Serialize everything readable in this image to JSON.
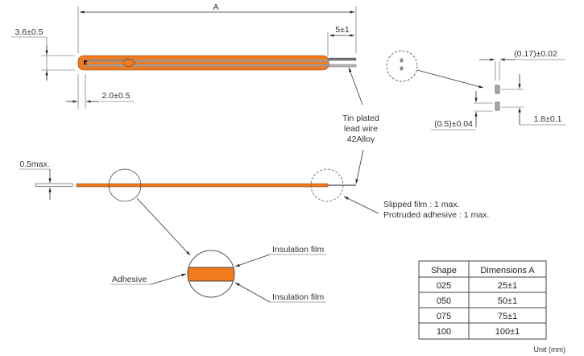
{
  "diagram": {
    "top_view": {
      "dim_overall_label": "A",
      "dim_width": "3.6±0.5",
      "dim_tip": "2.0±0.5",
      "dim_lead_exposed": "5±1"
    },
    "lead_wire_note": [
      "Tin plated",
      "lead wire",
      "42Alloy"
    ],
    "cross_section": {
      "dim_wire_width": "(0.17)±0.02",
      "dim_wire_gap": "(0.5)±0.04",
      "dim_wire_span": "1.8±0.1"
    },
    "side_view": {
      "dim_thickness": "0.5max.",
      "notes": [
        "Slipped film : 1 max.",
        "Protruded adhesive : 1 max."
      ]
    },
    "detail": {
      "label_adhesive": "Adhesive",
      "label_film_top": "Insulation film",
      "label_film_bottom": "Insulation film"
    },
    "colors": {
      "film": "#f07a1e",
      "wire": "#9a9a9a",
      "line": "#333333"
    }
  },
  "table": {
    "headers": [
      "Shape",
      "Dimensions A"
    ],
    "rows": [
      [
        "025",
        "25±1"
      ],
      [
        "050",
        "50±1"
      ],
      [
        "075",
        "75±1"
      ],
      [
        "100",
        "100±1"
      ]
    ],
    "unit": "Unit  (mm)"
  }
}
